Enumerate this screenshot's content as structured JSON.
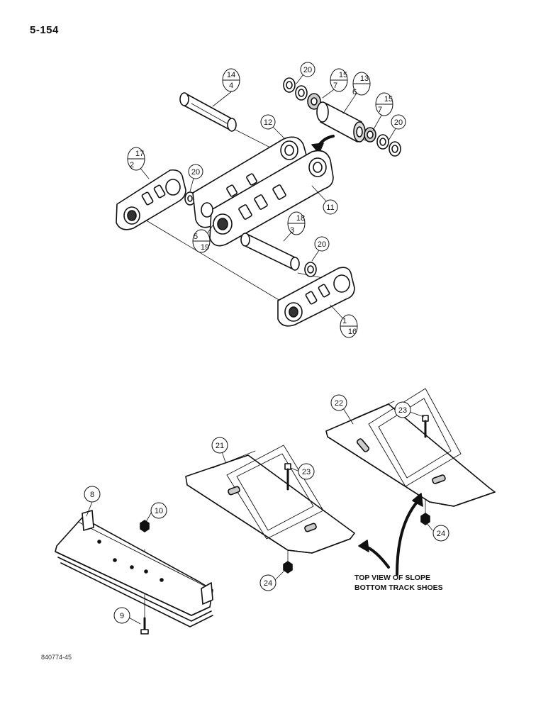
{
  "page": {
    "number": "5-154",
    "figure_code": "840774-45"
  },
  "caption": {
    "line1": "TOP VIEW OF SLOPE",
    "line2": "BOTTOM TRACK SHOES"
  },
  "callouts": [
    {
      "id": "c14-4",
      "top": "14",
      "bottom": "4"
    },
    {
      "id": "c20a",
      "top": "20"
    },
    {
      "id": "c15-7a",
      "top": "15",
      "bottom": "7"
    },
    {
      "id": "c13-6",
      "top": "13",
      "bottom": "6"
    },
    {
      "id": "c15-7b",
      "top": "15",
      "bottom": "7"
    },
    {
      "id": "c20b",
      "top": "20"
    },
    {
      "id": "c12",
      "top": "12"
    },
    {
      "id": "c17-2",
      "top": "17",
      "bottom": "2"
    },
    {
      "id": "c20c",
      "top": "20"
    },
    {
      "id": "c11",
      "top": "11"
    },
    {
      "id": "c5-19",
      "top": "5",
      "bottom": "19"
    },
    {
      "id": "c18-3",
      "top": "18",
      "bottom": "3"
    },
    {
      "id": "c20d",
      "top": "20"
    },
    {
      "id": "c1-16",
      "top": "1",
      "bottom": "16"
    },
    {
      "id": "c22",
      "top": "22"
    },
    {
      "id": "c23a",
      "top": "23"
    },
    {
      "id": "c21",
      "top": "21"
    },
    {
      "id": "c23b",
      "top": "23"
    },
    {
      "id": "c8",
      "top": "8"
    },
    {
      "id": "c10",
      "top": "10"
    },
    {
      "id": "c24a",
      "top": "24"
    },
    {
      "id": "c24b",
      "top": "24"
    },
    {
      "id": "c9",
      "top": "9"
    }
  ]
}
